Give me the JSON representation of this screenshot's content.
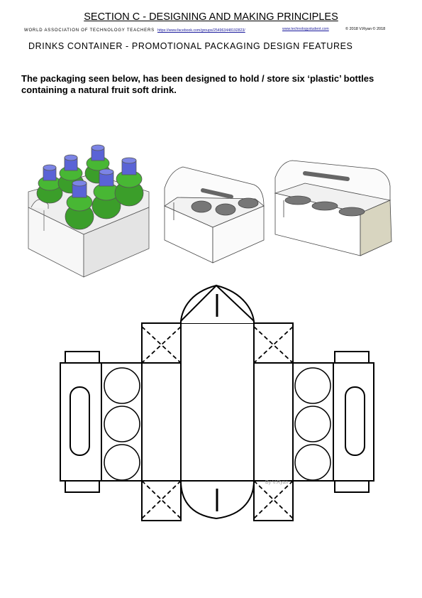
{
  "header": {
    "title": "SECTION C - DESIGNING AND MAKING PRINCIPLES",
    "organisation": "WORLD ASSOCIATION OF TECHNOLOGY TEACHERS",
    "facebook_link": "https://www.facebook.com/groups/254963448192823/",
    "site_link": "www.technologystudent.com",
    "copyright": "© 2018 V.Ryan © 2018"
  },
  "subtitle": "DRINKS CONTAINER - PROMOTIONAL PACKAGING DESIGN FEATURES",
  "description": "The packaging seen below, has been designed to hold / store six ‘plastic’ bottles containing a natural fruit soft drink.",
  "net_credit": "By V.Ryan",
  "illustrations": [
    {
      "name": "filled-container",
      "bottle_cap_color": "#5a63d6",
      "bottle_body_color": "#3fae2e"
    },
    {
      "name": "open-container-side-view"
    },
    {
      "name": "open-container-perspective",
      "end_panel_color": "#d8d5c0"
    }
  ]
}
